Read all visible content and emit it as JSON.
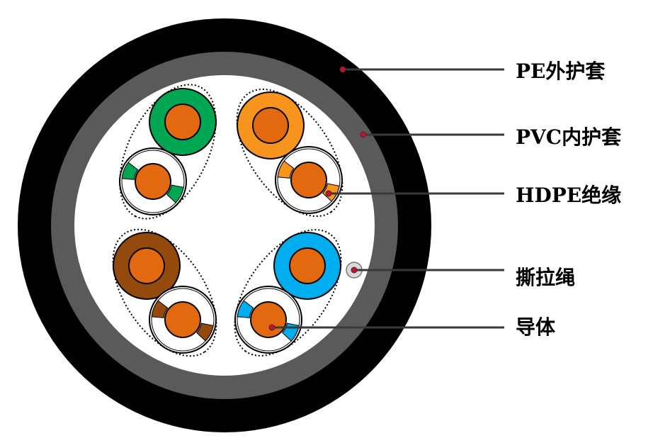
{
  "labels": {
    "pe_sheath": "PE外护套",
    "pvc_sheath": "PVC内护套",
    "hdpe_insulation": "HDPE绝缘",
    "ripcord": "撕拉绳",
    "conductor": "导体"
  },
  "colors": {
    "pe_sheath": "#000000",
    "pvc_sheath": "#5a5a5a",
    "core_fill": "#ffffff",
    "conductor": "#e2690f",
    "leader_line": "#3a3a3a",
    "pair_green": "#00a651",
    "pair_orange": "#f7941d",
    "pair_brown": "#944a0c",
    "pair_blue": "#00aeef",
    "ripcord": "#d9d9d9"
  },
  "pairs": [
    {
      "name": "green",
      "color_key": "pair_green"
    },
    {
      "name": "orange",
      "color_key": "pair_orange"
    },
    {
      "name": "brown",
      "color_key": "pair_brown"
    },
    {
      "name": "blue",
      "color_key": "pair_blue"
    }
  ]
}
